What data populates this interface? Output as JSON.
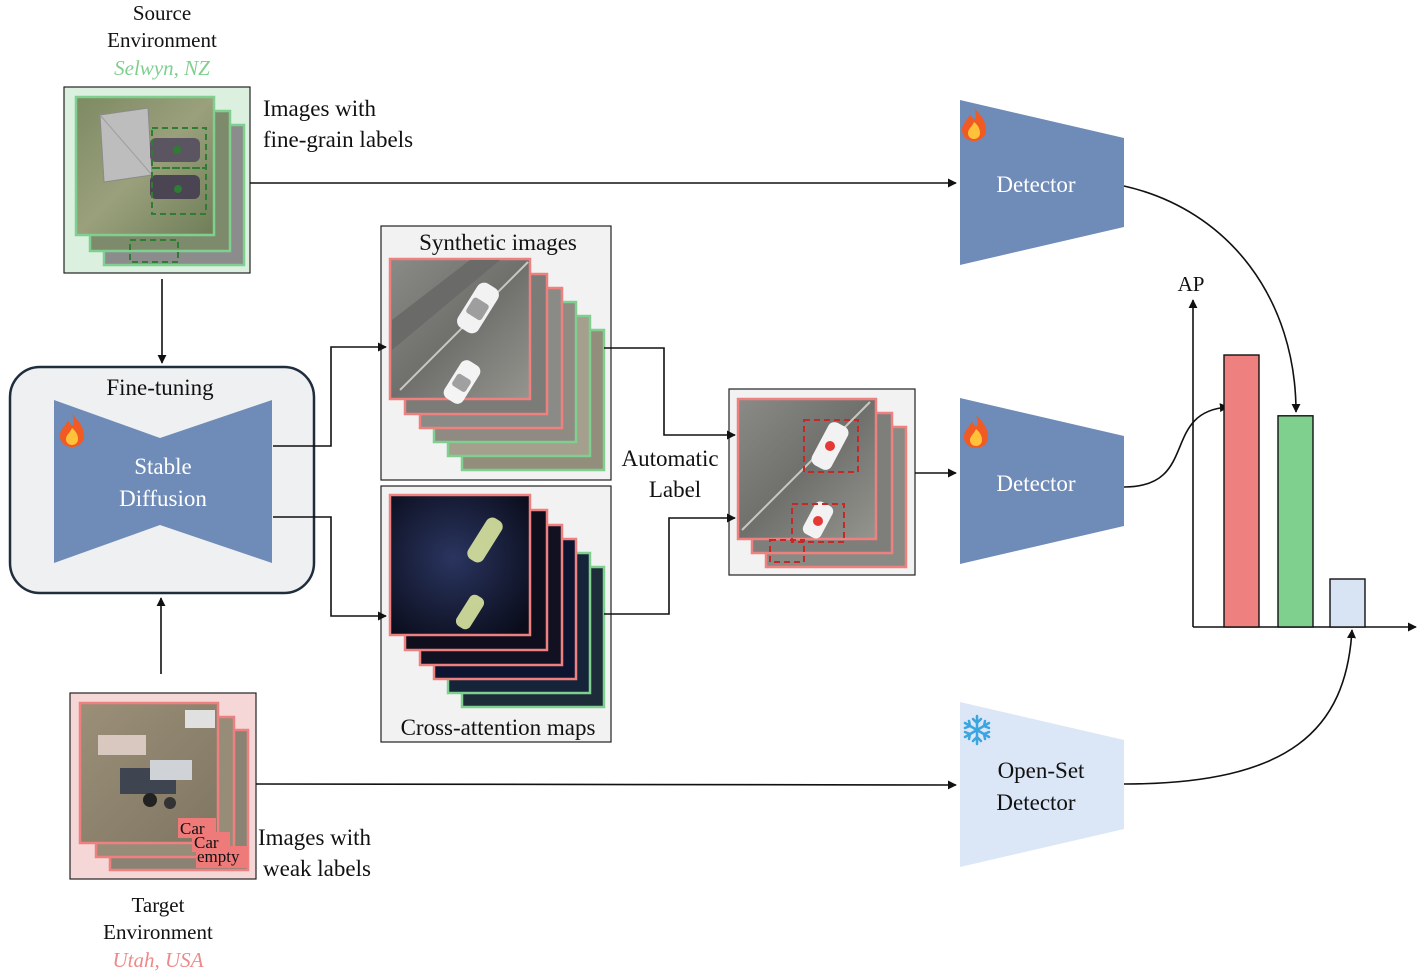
{
  "source": {
    "title_line1": "Source",
    "title_line2": "Environment",
    "location": "Selwyn, NZ",
    "location_color": "#7fcf8f",
    "caption_line1": "Images with",
    "caption_line2": "fine-grain labels"
  },
  "target": {
    "title_line1": "Target",
    "title_line2": "Environment",
    "location": "Utah, USA",
    "location_color": "#ee8a8a",
    "caption_line1": "Images with",
    "caption_line2": "weak labels",
    "label_tags": [
      "Car",
      "Car",
      "empty"
    ]
  },
  "finetune": {
    "label": "Fine-tuning",
    "model_line1": "Stable",
    "model_line2": "Diffusion"
  },
  "synthetic": {
    "label": "Synthetic images"
  },
  "attention": {
    "label": "Cross-attention maps"
  },
  "autolabel": {
    "line1": "Automatic",
    "line2": "Label"
  },
  "detectors": {
    "top": "Detector",
    "middle": "Detector",
    "bottom_line1": "Open-Set",
    "bottom_line2": "Detector"
  },
  "chart": {
    "ylabel": "AP"
  },
  "colors": {
    "model_blue": "#6f8bb8",
    "frozen_blue": "#dbe6f6",
    "red": "#ee8080",
    "green": "#7fcf8f",
    "light_blue_bar": "#d8e4f4"
  },
  "icons": {
    "trainable": "fire-icon",
    "frozen": "snowflake-icon"
  },
  "chart_data": {
    "type": "bar",
    "ylabel": "AP",
    "categories": [
      "",
      "",
      ""
    ],
    "values": [
      0.85,
      0.66,
      0.15
    ],
    "colors": [
      "#ee8080",
      "#7fcf8f",
      "#d8e4f4"
    ]
  }
}
